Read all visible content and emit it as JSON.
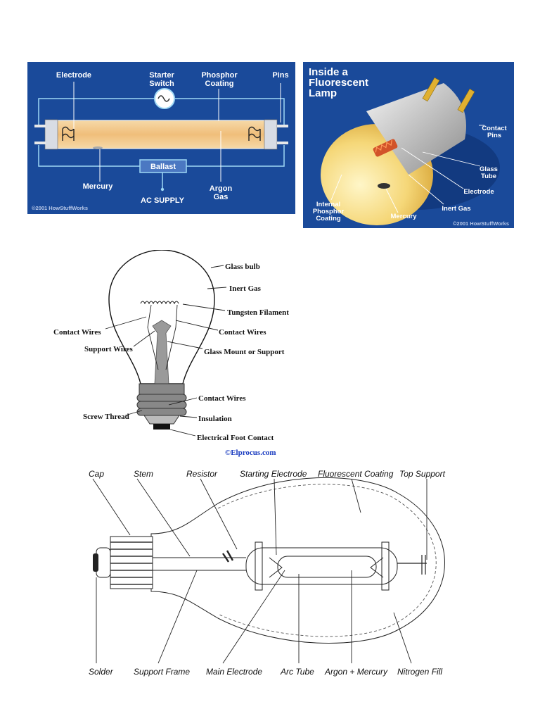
{
  "fig1": {
    "electrode": "Electrode",
    "starter_line1": "Starter",
    "starter_line2": "Switch",
    "phosphor_line1": "Phosphor",
    "phosphor_line2": "Coating",
    "pins": "Pins",
    "ballast": "Ballast",
    "mercury": "Mercury",
    "argon_line1": "Argon",
    "argon_line2": "Gas",
    "ac_supply": "AC SUPPLY",
    "copyright": "©2001 HowStuffWorks"
  },
  "fig2": {
    "title_line1": "Inside a",
    "title_line2": "Fluorescent",
    "title_line3": "Lamp",
    "contact_pins_line1": "Contact",
    "contact_pins_line2": "Pins",
    "glass_tube_line1": "Glass",
    "glass_tube_line2": "Tube",
    "electrode": "Electrode",
    "inert_gas": "Inert Gas",
    "mercury": "Mercury",
    "phosphor_line1": "Internal",
    "phosphor_line2": "Phosphor",
    "phosphor_line3": "Coating",
    "copyright": "©2001 HowStuffWorks"
  },
  "fig3": {
    "glass_bulb": "Glass bulb",
    "inert_gas": "Inert Gas",
    "tungsten_filament": "Tungsten Filament",
    "contact_wires_left": "Contact Wires",
    "contact_wires_right": "Contact Wires",
    "support_wires": "Support Wires",
    "glass_mount": "Glass Mount or Support",
    "contact_wires_lower": "Contact Wires",
    "screw_thread": "Screw Thread",
    "insulation": "Insulation",
    "foot_contact": "Electrical Foot Contact",
    "site": "©Elprocus.com"
  },
  "fig4": {
    "cap": "Cap",
    "stem": "Stem",
    "resistor": "Resistor",
    "starting_electrode": "Starting Electrode",
    "fluorescent_coating": "Fluorescent Coating",
    "top_support": "Top Support",
    "solder": "Solder",
    "support_frame": "Support Frame",
    "main_electrode": "Main Electrode",
    "arc_tube": "Arc Tube",
    "argon_mercury": "Argon + Mercury",
    "nitrogen_fill": "Nitrogen Fill"
  }
}
